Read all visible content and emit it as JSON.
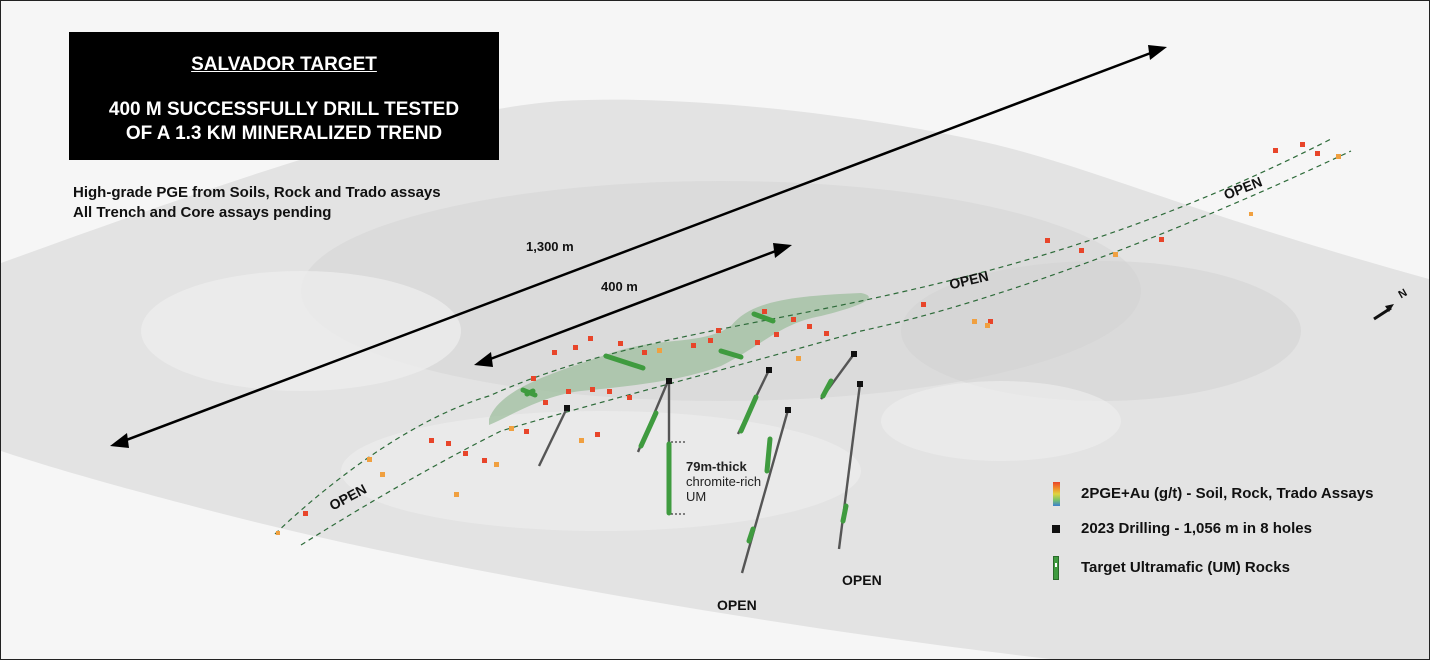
{
  "title_box": {
    "title": "SALVADOR TARGET",
    "line1": "400 M SUCCESSFULLY DRILL TESTED",
    "line2": "OF A 1.3 KM MINERALIZED TREND"
  },
  "subtitle": {
    "line1": "High-grade PGE from Soils, Rock and Trado assays",
    "line2": "All Trench and Core assays pending"
  },
  "labels": {
    "dist_long": "1,300 m",
    "dist_short": "400 m",
    "open_ne_far": "OPEN",
    "open_ne_mid": "OPEN",
    "open_sw": "OPEN",
    "open_hole_a": "OPEN",
    "open_hole_b": "OPEN",
    "north": "N",
    "intercept_1": "79m-thick",
    "intercept_2": "chromite-rich",
    "intercept_3": "UM"
  },
  "legend": {
    "assays": "2PGE+Au (g/t) - Soil, Rock, Trado Assays",
    "drilling": "2023 Drilling - 1,056 m in 8 holes",
    "um_rocks": "Target Ultramafic (UM) Rocks"
  },
  "colors": {
    "assay_high": "#e8452a",
    "assay_mid": "#f0a040",
    "um_green": "#3f9b3f",
    "trend_band": "#9fbf9f",
    "title_bg": "#000000"
  }
}
